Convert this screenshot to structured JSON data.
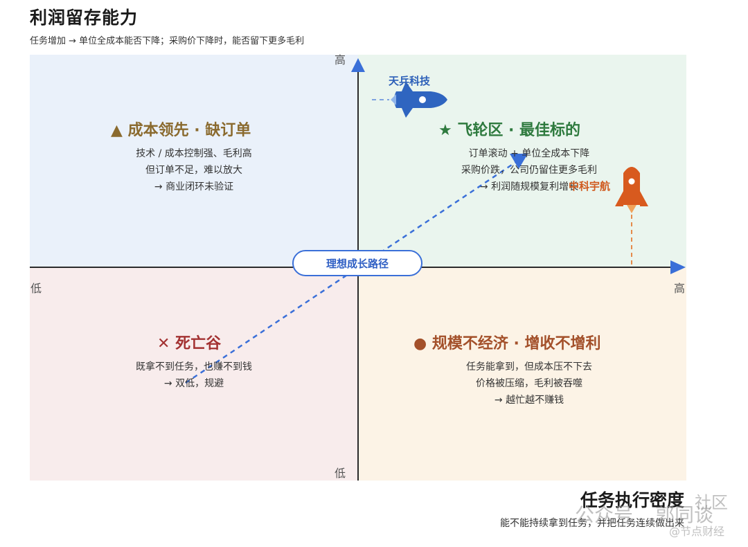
{
  "header": {
    "title": "利润留存能力",
    "subtitle": "任务增加 → 单位全成本能否下降；采购价下降时，能否留下更多毛利"
  },
  "axes": {
    "y_high": "高",
    "y_low": "低",
    "x_low": "低",
    "x_high": "高",
    "x_title": "任务执行密度",
    "x_subtitle": "能不能持续拿到任务，并把任务连续做出来"
  },
  "quadrants": {
    "top_left": {
      "title": "▲ 成本领先 · 缺订单",
      "lines": [
        "技术 / 成本控制强、毛利高",
        "但订单不足，难以放大",
        "→ 商业闭环未验证"
      ],
      "color": "#8a6a2e"
    },
    "top_right": {
      "title": "★ 飞轮区 · 最佳标的",
      "lines": [
        "订单滚动 + 单位全成本下降",
        "采购价跌，公司仍留住更多毛利",
        "→ 利润随规模复利增长"
      ],
      "color": "#2e7a3e"
    },
    "bottom_left": {
      "title": "✕ 死亡谷",
      "lines": [
        "既拿不到任务，也赚不到钱",
        "→ 双低，规避"
      ],
      "color": "#a33232"
    },
    "bottom_right": {
      "title": "● 规模不经济 · 增收不增利",
      "lines": [
        "任务能拿到，但成本压不下去",
        "价格被压缩，毛利被吞噬",
        "→ 越忙越不赚钱"
      ],
      "color": "#a3502a"
    }
  },
  "path": {
    "label": "理想成长路径",
    "color": "#3a6fd8"
  },
  "companies": [
    {
      "name": "天兵科技",
      "color": "#2c5fb8"
    },
    {
      "name": "中科宇航",
      "color": "#d05a1e"
    }
  ],
  "watermarks": {
    "a": "公众号",
    "b": "郭同谈",
    "c": "@节点财经",
    "d": "社区"
  }
}
